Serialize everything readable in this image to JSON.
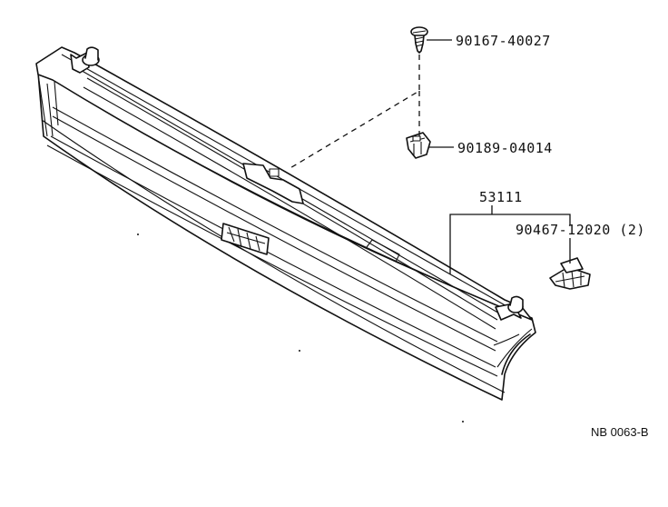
{
  "parts": {
    "screw": "90167-40027",
    "clip_nut": "90189-04014",
    "grille_assy": "53111",
    "retainer": "90467-12020 (2)"
  },
  "reference": "NB 0063-B"
}
